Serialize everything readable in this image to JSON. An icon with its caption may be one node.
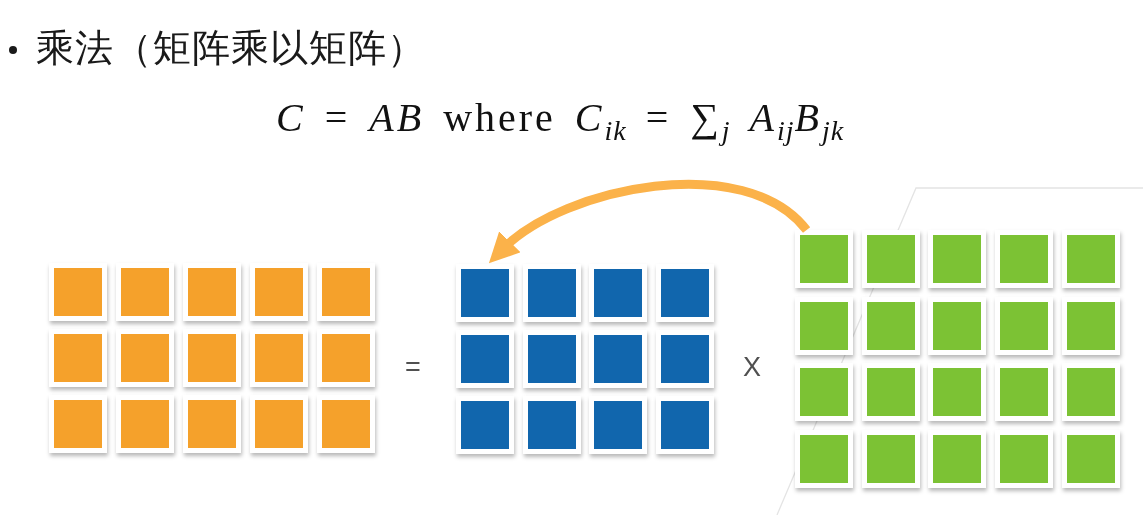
{
  "diagram": {
    "title": "乘法（矩阵乘以矩阵）",
    "nodes": [
      {
        "text": [],
        "shape": "box"
      },
      {
        "text": [],
        "shape": "box"
      },
      {
        "text": [],
        "shape": "box"
      },
      {
        "text": [],
        "shape": "box"
      },
      {
        "text": [],
        "shape": "box"
      },
      {
        "text": [],
        "shape": "box"
      },
      {
        "text": [],
        "shape": "box"
      },
      {
        "text": [],
        "shape": "box"
      },
      {
        "text": [],
        "shape": "box"
      },
      {
        "text": [],
        "shape": "box"
      },
      {
        "text": [],
        "shape": "box"
      },
      {
        "text": [],
        "shape": "box"
      },
      {
        "text": [],
        "shape": "box"
      },
      {
        "text": [],
        "shape": "box"
      },
      {
        "text": [],
        "shape": "box"
      },
      {
        "text": [],
        "shape": "box"
      },
      {
        "text": [],
        "shape": "box"
      },
      {
        "text": [],
        "shape": "box"
      },
      {
        "text": [],
        "shape": "box"
      },
      {
        "text": [],
        "shape": "box"
      },
      {
        "text": [],
        "shape": "box"
      },
      {
        "text": [],
        "shape": "box"
      },
      {
        "text": [],
        "shape": "box"
      },
      {
        "text": [],
        "shape": "box"
      },
      {
        "text": [],
        "shape": "box"
      },
      {
        "text": [],
        "shape": "box"
      },
      {
        "text": [],
        "shape": "box"
      },
      {
        "text": [],
        "shape": "box"
      },
      {
        "text": [],
        "shape": "box"
      },
      {
        "text": [],
        "shape": "box"
      },
      {
        "text": [],
        "shape": "box"
      },
      {
        "text": [],
        "shape": "box"
      },
      {
        "text": [],
        "shape": "box"
      },
      {
        "text": [],
        "shape": "box"
      },
      {
        "text": [],
        "shape": "box"
      },
      {
        "text": [],
        "shape": "box"
      },
      {
        "text": [],
        "shape": "box"
      },
      {
        "text": [],
        "shape": "box"
      },
      {
        "text": [],
        "shape": "box"
      },
      {
        "text": [],
        "shape": "box"
      },
      {
        "text": [],
        "shape": "box"
      },
      {
        "text": [],
        "shape": "box"
      },
      {
        "text": [],
        "shape": "box"
      },
      {
        "text": [],
        "shape": "box"
      },
      {
        "text": [],
        "shape": "box"
      },
      {
        "text": [],
        "shape": "box"
      },
      {
        "text": [],
        "shape": "box"
      }
    ],
    "edges": [
      {
        "from": 27,
        "to": 15,
        "arrow": "to"
      }
    ],
    "labels": [
      "*C* = *AB* where *C*$_{ik}$ = ∑$_{j}$ *A*$_{ij}$*B*$_{jk}$",
      "=",
      "X"
    ]
  }
}
